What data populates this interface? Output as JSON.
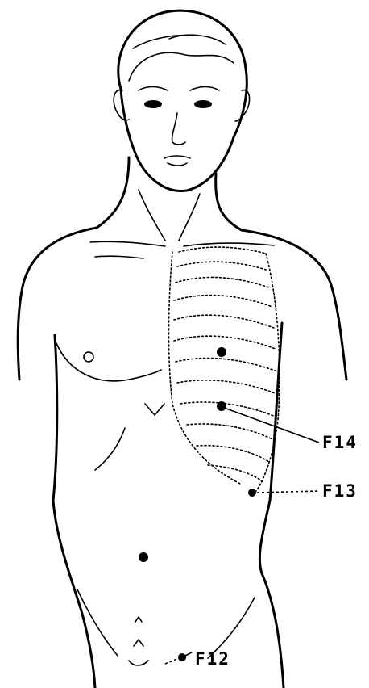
{
  "figure": {
    "points": [
      {
        "label": "F14"
      },
      {
        "label": "F13"
      },
      {
        "label": "F12"
      }
    ]
  }
}
